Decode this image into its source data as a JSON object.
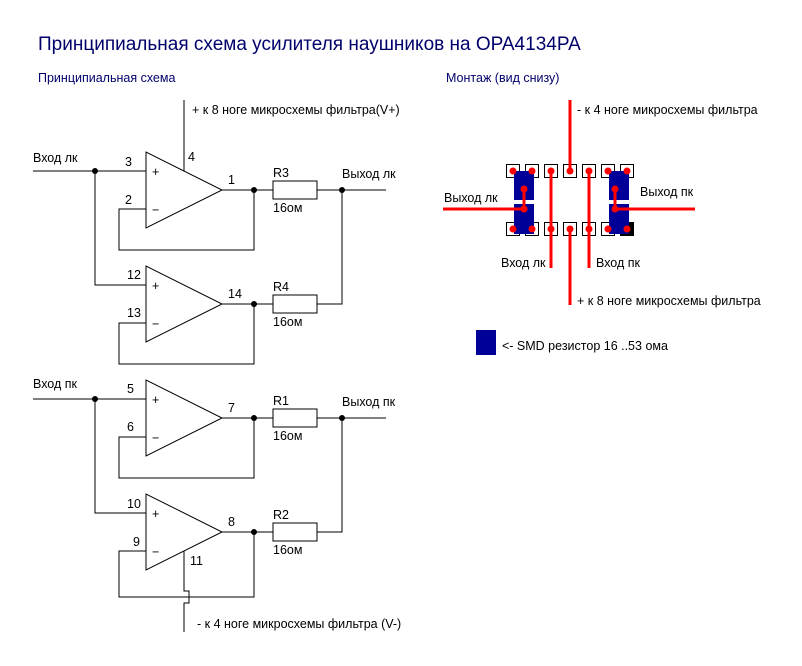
{
  "title": "Принципиальная схема усилителя наушников на OPA4134PA",
  "schematic": {
    "heading": "Принципиальная схема",
    "power_plus_label": "+ к 8 ноге микросхемы фильтра(V+)",
    "power_minus_label": "- к 4 ноге микросхемы фильтра (V-)",
    "channels": [
      {
        "input_label": "Вход лк",
        "output_label": "Выход лк",
        "opamps": [
          {
            "pin_plus": "3",
            "pin_minus": "2",
            "pin_out": "1",
            "pin_supply": "4",
            "resistor": "R3",
            "resistor_value": "16ом"
          },
          {
            "pin_plus": "12",
            "pin_minus": "13",
            "pin_out": "14",
            "resistor": "R4",
            "resistor_value": "16ом"
          }
        ]
      },
      {
        "input_label": "Вход пк",
        "output_label": "Выход пк",
        "opamps": [
          {
            "pin_plus": "5",
            "pin_minus": "6",
            "pin_out": "7",
            "resistor": "R1",
            "resistor_value": "16ом"
          },
          {
            "pin_plus": "10",
            "pin_minus": "9",
            "pin_out": "8",
            "pin_supply": "11",
            "resistor": "R2",
            "resistor_value": "16ом"
          }
        ]
      }
    ],
    "plus_sign": "+",
    "minus_sign": "−"
  },
  "assembly": {
    "heading": "Монтаж (вид снизу)",
    "top_label": "- к 4 ноге микросхемы фильтра",
    "left_output": "Выход лк",
    "right_output": "Выход пк",
    "left_input": "Вход лк",
    "right_input": "Вход пк",
    "bottom_label": "+ к 8 ноге микросхемы фильтра",
    "legend": "<- SMD резистор 16 ..53 ома",
    "colors": {
      "trace": "#ff0000",
      "smd": "#000099",
      "pad_border": "#000000",
      "pin1_pad": "#000000"
    }
  }
}
